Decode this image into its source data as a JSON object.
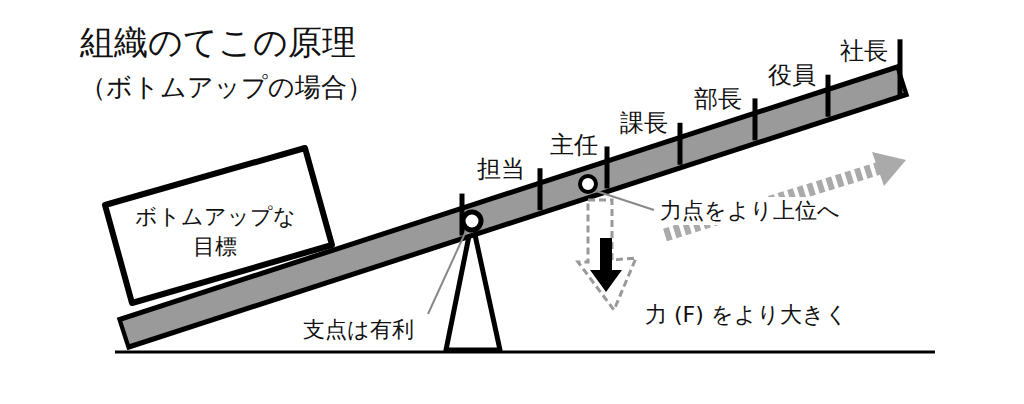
{
  "diagram": {
    "title": "組織のてこの原理",
    "nodes": [
      {
        "text": [
          "ボトムアップな 目標"
        ]
      }
    ],
    "labels": [
      "（ボトムアップの場合）",
      "担当",
      "主任",
      "課長",
      "部長",
      "役員",
      "社長",
      "力点をより上位へ",
      "支点は有利",
      "力 (F) をより大きく"
    ]
  }
}
